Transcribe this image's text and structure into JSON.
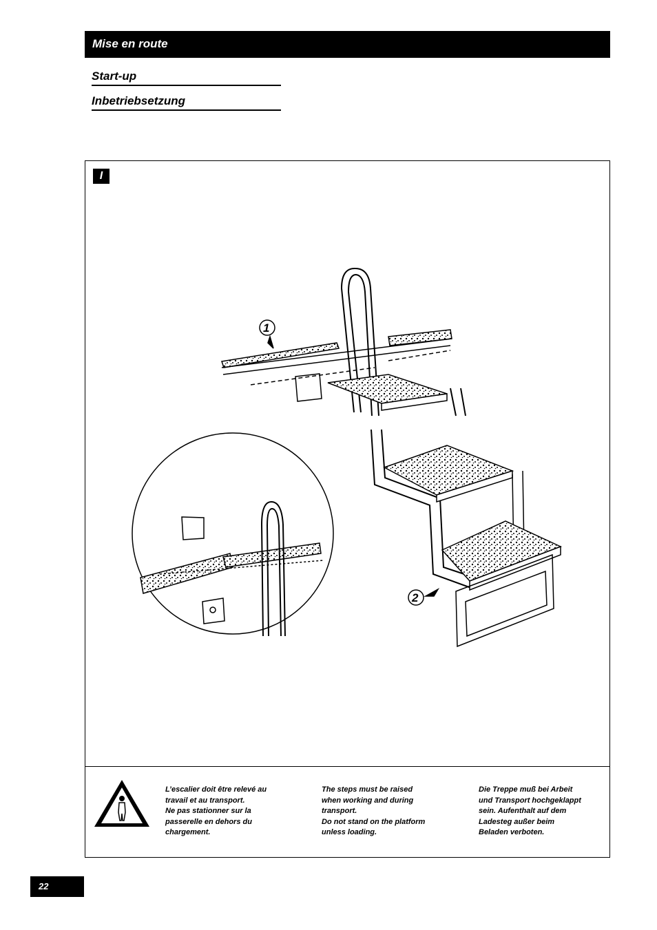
{
  "header": {
    "title": "Mise en route"
  },
  "subtitles": [
    "Start-up",
    "Inbetriebsetzung"
  ],
  "figure": {
    "label": "I",
    "callouts": [
      "1",
      "2"
    ]
  },
  "warnings": {
    "icon": "warning-triangle-icon",
    "fr": [
      "L’escalier doit être relevé au",
      "travail et au transport.",
      "Ne pas stationner sur la",
      "passerelle en dehors du",
      "chargement."
    ],
    "en": [
      "The steps must be raised",
      "when working and during",
      "transport.",
      "Do not stand on the platform",
      "unless loading."
    ],
    "de": [
      "Die Treppe muß bei Arbeit",
      "und Transport hochgeklappt",
      "sein. Aufenthalt auf dem",
      "Ladesteg außer beim",
      "Beladen verboten."
    ]
  },
  "page_number": "22"
}
